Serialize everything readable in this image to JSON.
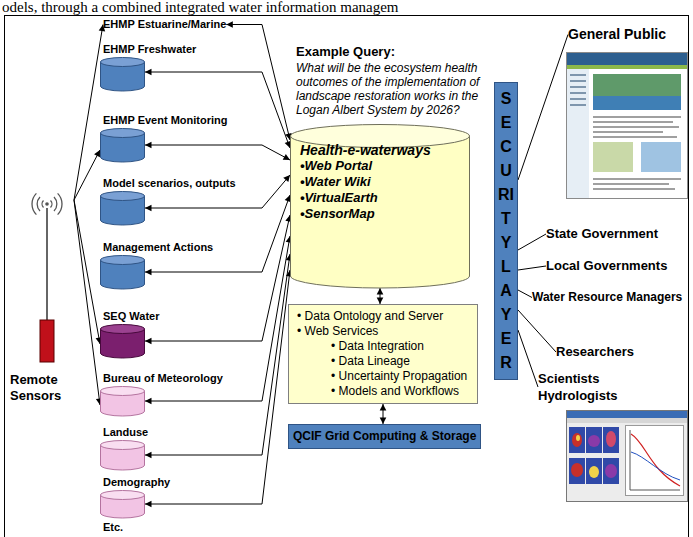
{
  "diagram": {
    "nodes": [
      {
        "text": [
          "EHMP Estuarine/Marine"
        ]
      },
      {
        "text": [
          "EHMP Freshwater"
        ]
      },
      {
        "text": [
          "EHMP Event Monitoring"
        ]
      },
      {
        "text": [
          "Model scenarios, outputs"
        ]
      },
      {
        "text": [
          "Management Actions"
        ]
      },
      {
        "text": [
          "SEQ Water"
        ]
      },
      {
        "text": [
          "Bureau of Meteorology"
        ]
      },
      {
        "text": [
          "Landuse"
        ]
      },
      {
        "text": [
          "Demography"
        ]
      },
      {
        "text": [
          "Remote Sensors"
        ]
      },
      {
        "text": [
          "Health-e-waterways",
          "•Web Portal",
          "•Water Wiki",
          "•VirtualEarth",
          "•SensorMap"
        ]
      },
      {
        "text": [
          "• Data Ontology and Server",
          "• Web Services",
          "• Data Integration",
          "• Data Lineage",
          "• Uncertainty Propagation",
          "• Models and Workflows"
        ]
      },
      {
        "text": [
          "QCIF Grid Computing & Storage"
        ]
      },
      {
        "text": [
          "SECURITY LAYER"
        ]
      },
      {
        "text": [
          "General Public"
        ]
      },
      {
        "text": [
          "State Government"
        ]
      },
      {
        "text": [
          "Local Governments"
        ]
      },
      {
        "text": [
          "Water Resource Managers"
        ]
      },
      {
        "text": [
          "Researchers"
        ]
      },
      {
        "text": [
          "Scientists Hydrologists"
        ]
      }
    ],
    "edges": [
      {
        "from": 10,
        "to": 0,
        "arrow": "both"
      },
      {
        "from": 10,
        "to": 1,
        "arrow": "both"
      },
      {
        "from": 10,
        "to": 2,
        "arrow": "both"
      },
      {
        "from": 10,
        "to": 3,
        "arrow": "both"
      },
      {
        "from": 10,
        "to": 4,
        "arrow": "both"
      },
      {
        "from": 10,
        "to": 5,
        "arrow": "both"
      },
      {
        "from": 10,
        "to": 6,
        "arrow": "both"
      },
      {
        "from": 10,
        "to": 7,
        "arrow": "both"
      },
      {
        "from": 10,
        "to": 8,
        "arrow": "both"
      },
      {
        "from": 9,
        "to": 0,
        "arrow": "to"
      },
      {
        "from": 9,
        "to": 2,
        "arrow": "to"
      },
      {
        "from": 9,
        "to": 5,
        "arrow": "to"
      },
      {
        "from": 9,
        "to": 6,
        "arrow": "to"
      },
      {
        "from": 10,
        "to": 11,
        "arrow": "both"
      },
      {
        "from": 11,
        "to": 12,
        "arrow": "both"
      },
      {
        "from": 13,
        "to": 14,
        "arrow": "none"
      },
      {
        "from": 13,
        "to": 15,
        "arrow": "none"
      },
      {
        "from": 13,
        "to": 16,
        "arrow": "none"
      },
      {
        "from": 13,
        "to": 17,
        "arrow": "none"
      },
      {
        "from": 13,
        "to": 18,
        "arrow": "none"
      },
      {
        "from": 13,
        "to": 19,
        "arrow": "none"
      }
    ],
    "labels": [
      "odels, through a combined integrated water information managem",
      "Example Query:",
      "What will be the ecosystem health outcomes of the implementation of landscape restoration works in the Logan Albert System by 2026?",
      "Etc."
    ]
  }
}
